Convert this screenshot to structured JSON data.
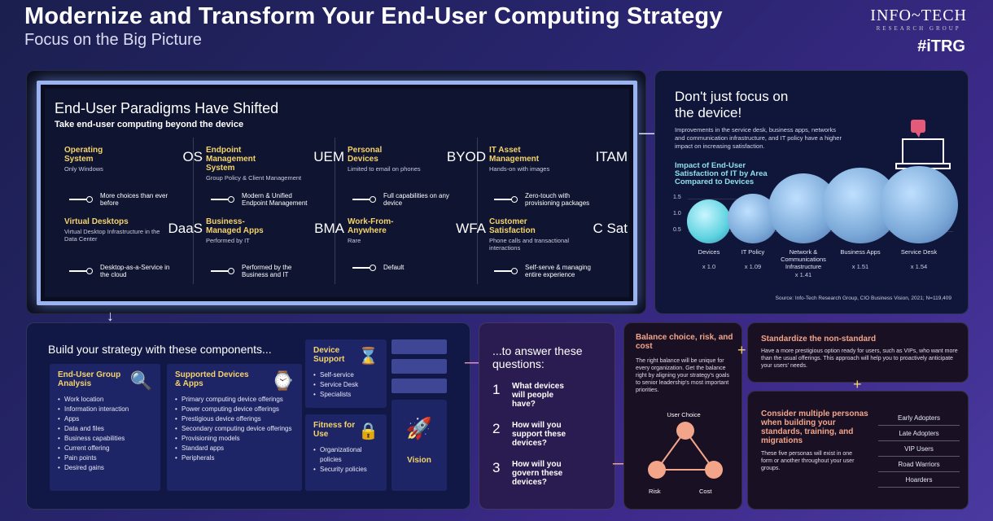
{
  "header": {
    "title": "Modernize and Transform Your End-User Computing Strategy",
    "subtitle": "Focus on the Big Picture",
    "logo_main": "INFO~TECH",
    "logo_sub": "RESEARCH GROUP",
    "tag": "#iTRG"
  },
  "paradigms": {
    "title": "End-User Paradigms Have Shifted",
    "subtitle": "Take end-user computing beyond the device",
    "cells": [
      {
        "t": "Operating System",
        "ab": "OS",
        "d": "Only Windows",
        "a": "More choices than ever before"
      },
      {
        "t": "Endpoint Management System",
        "ab": "UEM",
        "d": "Group Policy & Client Management",
        "a": "Modern & Unified Endpoint Management"
      },
      {
        "t": "Personal Devices",
        "ab": "BYOD",
        "d": "Limited to email on phones",
        "a": "Full capabilities on any device"
      },
      {
        "t": "IT Asset Management",
        "ab": "ITAM",
        "d": "Hands-on with images",
        "a": "Zero-touch with provisioning packages"
      },
      {
        "t": "Virtual Desktops",
        "ab": "DaaS",
        "d": "Virtual Desktop Infrastructure in the Data Center",
        "a": "Desktop-as-a-Service in the cloud"
      },
      {
        "t": "Business-Managed Apps",
        "ab": "BMA",
        "d": "Performed by IT",
        "a": "Performed by the Business and IT"
      },
      {
        "t": "Work-From-Anywhere",
        "ab": "WFA",
        "d": "Rare",
        "a": "Default"
      },
      {
        "t": "Customer Satisfaction",
        "ab": "C Sat",
        "d": "Phone calls and transactional interactions",
        "a": "Self-serve & managing entire experience"
      }
    ]
  },
  "focus": {
    "title": "Don't just focus on the device!",
    "text": "Improvements in the service desk, business apps, networks and communication infrastructure, and IT policy have a higher impact on increasing satisfaction.",
    "chart_title": "Impact of End-User Satisfaction of IT by Area Compared to Devices",
    "source": "Source: Info-Tech Research Group, CIO Business Vision, 2021; N=119,409"
  },
  "chart_data": {
    "type": "bubble",
    "title": "Impact of End-User Satisfaction of IT by Area Compared to Devices",
    "yticks": [
      "1.5",
      "1.0",
      "0.5"
    ],
    "categories": [
      "Devices",
      "IT Policy",
      "Network & Communications Infrastructure",
      "Business Apps",
      "Service Desk"
    ],
    "values": [
      1.0,
      1.09,
      1.41,
      1.51,
      1.54
    ],
    "value_labels": [
      "x 1.0",
      "x 1.09",
      "x 1.41",
      "x 1.51",
      "x 1.54"
    ]
  },
  "build": {
    "title": "Build your strategy with these components...",
    "b1": {
      "t": "End-User Group Analysis",
      "items": [
        "Work location",
        "Information interaction",
        "Apps",
        "Data and files",
        "Business capabilities",
        "Current offering",
        "Pain points",
        "Desired gains"
      ]
    },
    "b2": {
      "t": "Supported Devices & Apps",
      "items": [
        "Primary computing device offerings",
        "Power computing device offerings",
        "Prestigious device offerings",
        "Secondary computing device offerings",
        "Provisioning models",
        "Standard apps",
        "Peripherals"
      ]
    },
    "b3": {
      "t": "Device Support",
      "items": [
        "Self-service",
        "Service Desk",
        "Specialists"
      ]
    },
    "b4": {
      "t": "Fitness for Use",
      "items": [
        "Organizational policies",
        "Security policies"
      ]
    },
    "vision": "Vision"
  },
  "questions": {
    "title": "...to answer these questions:",
    "items": [
      {
        "n": "1",
        "q": "What devices will people have?"
      },
      {
        "n": "2",
        "q": "How will you support these devices?"
      },
      {
        "n": "3",
        "q": "How will you govern these devices?"
      }
    ]
  },
  "balance": {
    "title": "Balance choice, risk, and cost",
    "text": "The right balance will be unique for every organization.  Get the balance right by aligning your strategy's goals to senior leadership's most important priorities.",
    "top": "User Choice",
    "left": "Risk",
    "right": "Cost"
  },
  "standardize": {
    "title": "Standardize the non-standard",
    "text": "Have a more prestigious option ready for users, such as VIPs, who want more than the usual offerings. This approach will help you to proactively anticipate your users' needs."
  },
  "personas": {
    "title": "Consider multiple personas when building your standards, training, and migrations",
    "text": "These five personas will exist in one form or another throughout your user groups.",
    "items": [
      "Early Adopters",
      "Late Adopters",
      "VIP Users",
      "Road Warriors",
      "Hoarders"
    ]
  }
}
